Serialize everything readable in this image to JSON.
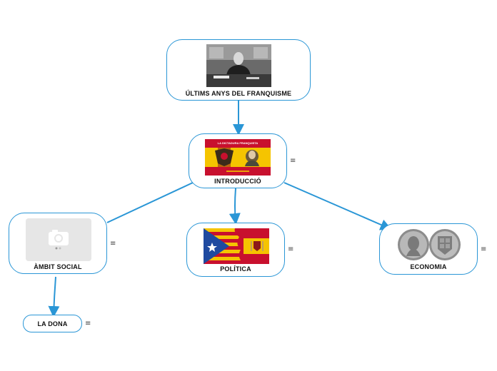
{
  "nodes": {
    "root": {
      "label": "ÚLTIMS ANYS DEL FRANQUISME"
    },
    "intro": {
      "label": "INTRODUCCIÓ",
      "flag_caption": "LA DICTADURA FRANQUISTA"
    },
    "social": {
      "label": "ÀMBIT SOCIAL"
    },
    "politica": {
      "label": "POLÍTICA"
    },
    "economia": {
      "label": "ECONOMIA"
    },
    "dona": {
      "label": "LA DONA"
    }
  },
  "menu_glyph": "≡",
  "colors": {
    "accent": "#2a96d6",
    "flag_red": "#c8102e",
    "flag_yellow": "#f5c400",
    "placeholder": "#e6e6e6"
  },
  "icons": [
    "photo-icon",
    "camera-icon",
    "menu-icon",
    "flag-icon",
    "coin-icon"
  ]
}
